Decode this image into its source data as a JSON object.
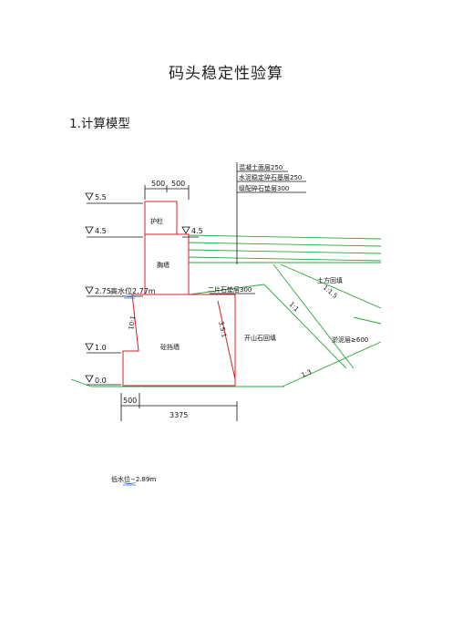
{
  "document": {
    "title": "码头稳定性验算",
    "section": "1.计算模型"
  },
  "drawing": {
    "levels": {
      "l55": "5.5",
      "l45": "4.5",
      "l45_right": "4.5",
      "l275": "2.75",
      "high_water": "高水位2.77m",
      "l10": "1.0",
      "l00": "0.0"
    },
    "dims": {
      "top_left": "500",
      "top_right": "500",
      "toe": "500",
      "base": "3375"
    },
    "labels": {
      "parapet": "护栏",
      "breast_wall": "胸墙",
      "gravity_wall": "砼挡墙",
      "fill_top": "二片石垫层300",
      "quarry_fill": "开山石回填",
      "soil_fill": "土方回填",
      "dredge": "淤泥层≥600",
      "slope_front": "10:1",
      "slope_back": "3.5:1",
      "slope_11": "1:1",
      "slope_115": "1:1.5",
      "slope_13": "1:3",
      "pavement_1": "混凝土面层250",
      "pavement_2": "水泥稳定碎石基层250",
      "pavement_3": "级配碎石垫层300",
      "low_water": "低水位−2.89m"
    },
    "colors": {
      "structure": "#d0202a",
      "ground": "#2aa83a",
      "lines": "#111111",
      "water": "#2266cc"
    }
  }
}
